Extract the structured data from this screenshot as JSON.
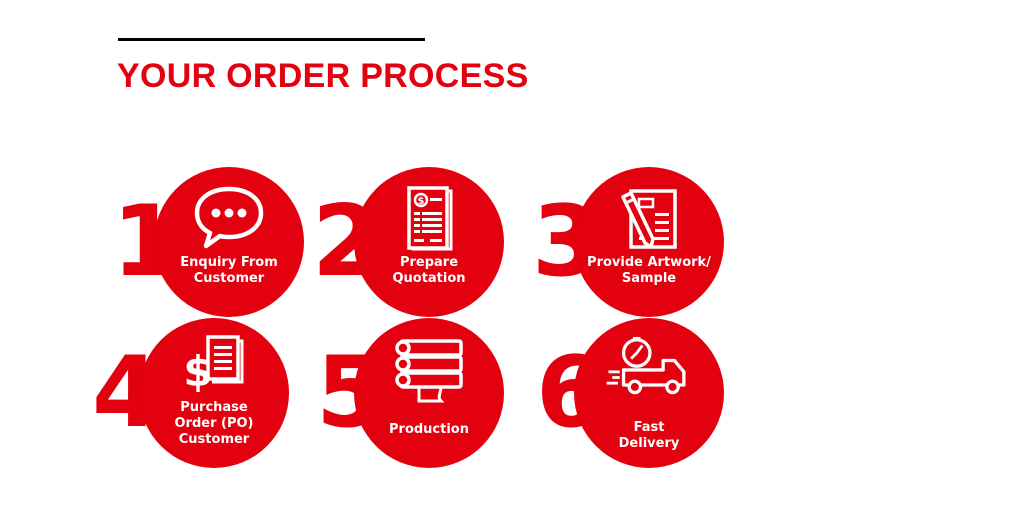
{
  "title": "YOUR ORDER PROCESS",
  "accent_color": "#e3000f",
  "steps": [
    {
      "number": "1",
      "label_lines": [
        "Enquiry From",
        "Customer"
      ],
      "icon": "chat-bubble-icon"
    },
    {
      "number": "2",
      "label_lines": [
        "Prepare",
        "Quotation"
      ],
      "icon": "quotation-document-icon"
    },
    {
      "number": "3",
      "label_lines": [
        "Provide Artwork/",
        "Sample"
      ],
      "icon": "artwork-pen-icon"
    },
    {
      "number": "4",
      "label_lines": [
        "Purchase",
        "Order (PO)",
        "Customer"
      ],
      "icon": "purchase-order-icon"
    },
    {
      "number": "5",
      "label_lines": [
        "Production"
      ],
      "icon": "fabric-rolls-icon"
    },
    {
      "number": "6",
      "label_lines": [
        "Fast",
        "Delivery"
      ],
      "icon": "fast-delivery-truck-icon"
    }
  ]
}
